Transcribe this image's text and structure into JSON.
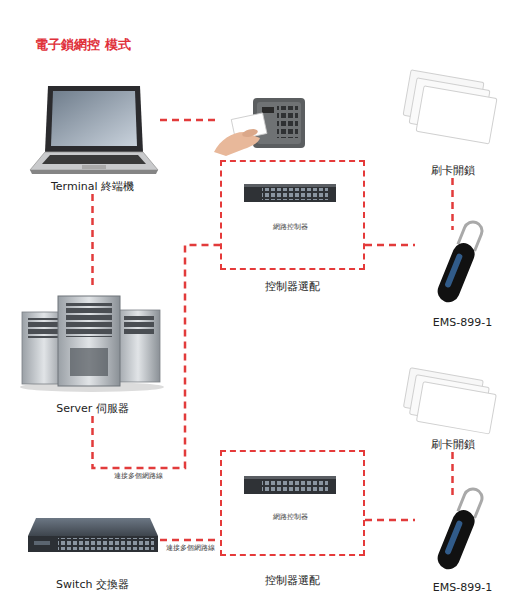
{
  "diagram": {
    "title": "電子鎖網控 模式",
    "nodes": [
      {
        "text": [
          "Terminal 終端機"
        ]
      },
      {
        "text": [
          "刷卡開鎖"
        ]
      },
      {
        "text": [
          "控制器選配"
        ]
      },
      {
        "text": [
          "網路控制器"
        ],
        "in": 2
      },
      {
        "text": [
          "EMS-899-1"
        ]
      },
      {
        "text": [
          "Server 伺服器"
        ]
      },
      {
        "text": [
          "刷卡開鎖"
        ]
      },
      {
        "text": [
          "控制器選配"
        ]
      },
      {
        "text": [
          "網路控制器"
        ],
        "in": 7
      },
      {
        "text": [
          "EMS-899-1"
        ]
      },
      {
        "text": [
          "Switch 交換器"
        ]
      }
    ],
    "edges": [
      {
        "from": 0,
        "to": 5,
        "arrow": "none"
      },
      {
        "from": 5,
        "to": 2,
        "label": "連接多個網路線",
        "arrow": "none"
      },
      {
        "from": 2,
        "to": 4,
        "arrow": "none"
      },
      {
        "from": 1,
        "to": 4,
        "arrow": "none"
      },
      {
        "from": 10,
        "to": 7,
        "label": "連接多個網路線",
        "arrow": "none"
      },
      {
        "from": 7,
        "to": 9,
        "arrow": "none"
      },
      {
        "from": 6,
        "to": 9,
        "arrow": "none"
      }
    ]
  }
}
